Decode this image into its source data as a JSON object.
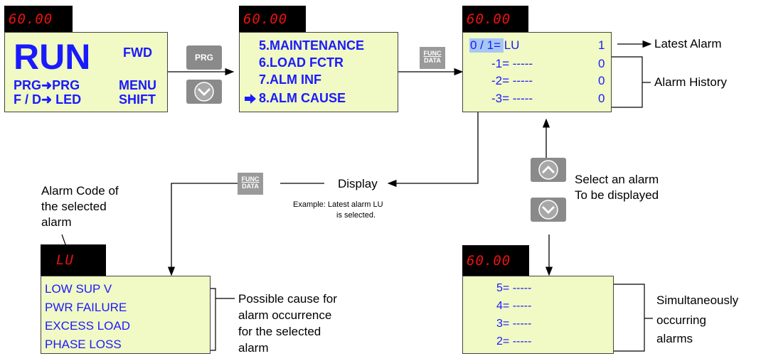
{
  "seg_display": "60.00",
  "seg_lu": "LU",
  "panel1": {
    "run": "RUN",
    "fwd": "FWD",
    "prg_prg": "PRG➜PRG",
    "fd_led": "F / D➜ LED",
    "menu": "MENU",
    "shift": "SHIFT"
  },
  "buttons": {
    "prg": "PRG"
  },
  "func_key": {
    "top": "FUNC",
    "bottom": "DATA"
  },
  "menu_panel": {
    "items": [
      "5.MAINTENANCE",
      "6.LOAD FCTR",
      "7.ALM INF",
      "8.ALM CAUSE"
    ],
    "selected_index": 3
  },
  "alarm_panel": {
    "rows": [
      {
        "label": "0 / 1= LU",
        "value": "1"
      },
      {
        "label": "-1= -----",
        "value": "0"
      },
      {
        "label": "-2= -----",
        "value": "0"
      },
      {
        "label": "-3= -----",
        "value": "0"
      }
    ]
  },
  "labels": {
    "latest_alarm": "Latest Alarm",
    "alarm_history": "Alarm History",
    "select_alarm_1": "Select an alarm",
    "select_alarm_2": "To be displayed",
    "display": "Display",
    "example_1": "Example: Latest alarm LU",
    "example_2": "is selected.",
    "alarm_code_1": "Alarm Code of",
    "alarm_code_2": "the selected",
    "alarm_code_3": "alarm",
    "cause_1": "Possible cause for",
    "cause_2": "alarm occurrence",
    "cause_3": "for the selected",
    "cause_4": "alarm",
    "simul_1": "Simultaneously",
    "simul_2": "occurring",
    "simul_3": "alarms"
  },
  "cause_panel": {
    "items": [
      "LOW SUP V",
      "PWR FAILURE",
      "EXCESS LOAD",
      "PHASE LOSS"
    ]
  },
  "simul_panel": {
    "items": [
      "5= -----",
      "4= -----",
      "3= -----",
      "2= -----"
    ]
  }
}
